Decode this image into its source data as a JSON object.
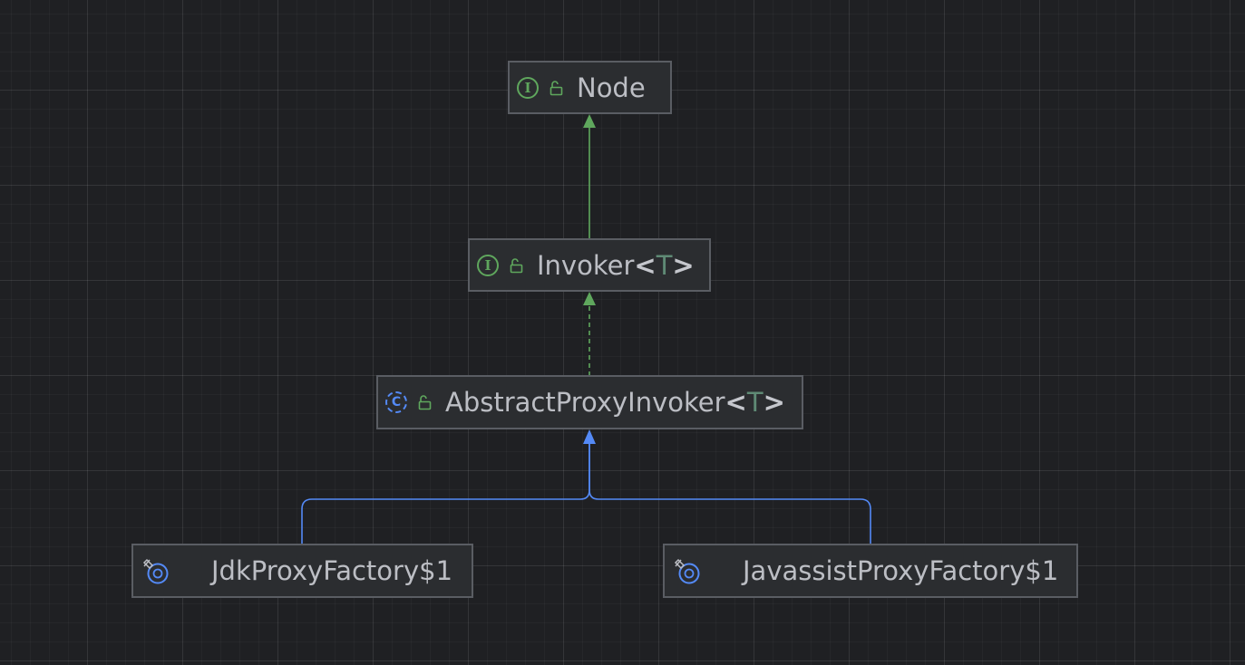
{
  "diagram": {
    "nodes": {
      "node": {
        "kind": "I",
        "name": "Node"
      },
      "invoker": {
        "kind": "I",
        "name": "Invoker",
        "lt": "<",
        "param": "T",
        "gt": ">"
      },
      "abstract_proxy_invoker": {
        "kind": "C",
        "name": "AbstractProxyInvoker",
        "lt": "<",
        "param": "T",
        "gt": ">"
      },
      "jdk_proxy_factory": {
        "name": "JdkProxyFactory$1"
      },
      "javassist_proxy_factory": {
        "name": "JavassistProxyFactory$1"
      }
    },
    "edges": [
      {
        "from": "invoker",
        "to": "node",
        "type": "extends"
      },
      {
        "from": "abstract_proxy_invoker",
        "to": "invoker",
        "type": "implements"
      },
      {
        "from": "jdk_proxy_factory",
        "to": "abstract_proxy_invoker",
        "type": "extends"
      },
      {
        "from": "javassist_proxy_factory",
        "to": "abstract_proxy_invoker",
        "type": "extends"
      }
    ],
    "colors": {
      "interface_edge": "#5fa75d",
      "class_edge": "#548af7"
    }
  }
}
